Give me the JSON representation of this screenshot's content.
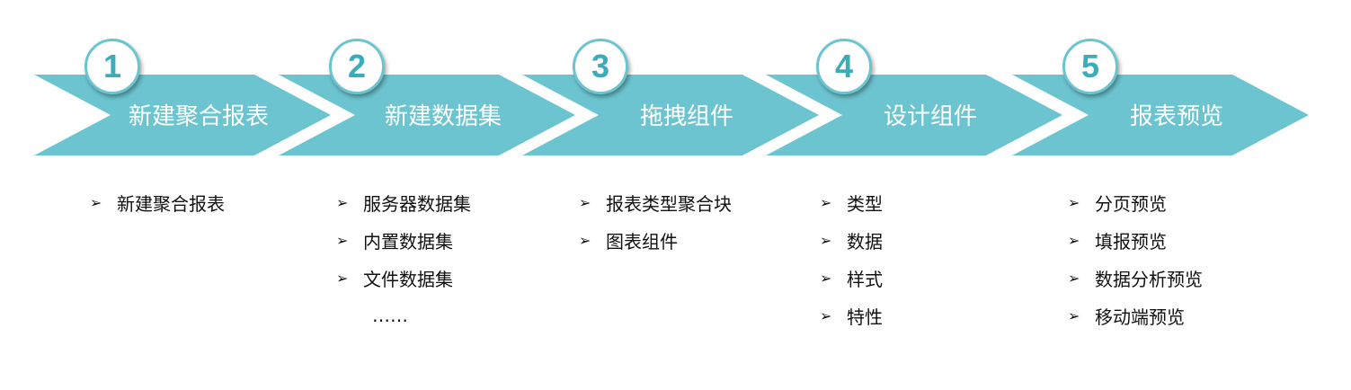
{
  "colors": {
    "band": "#6bc4cf",
    "number": "#3aacba"
  },
  "steps": [
    {
      "number": "1",
      "title": "新建聚合报表",
      "items": [
        "新建聚合报表"
      ]
    },
    {
      "number": "2",
      "title": "新建数据集",
      "items": [
        "服务器数据集",
        "内置数据集",
        "文件数据集"
      ],
      "more": "……"
    },
    {
      "number": "3",
      "title": "拖拽组件",
      "items": [
        "报表类型聚合块",
        "图表组件"
      ]
    },
    {
      "number": "4",
      "title": "设计组件",
      "items": [
        "类型",
        "数据",
        "样式",
        "特性"
      ]
    },
    {
      "number": "5",
      "title": "报表预览",
      "items": [
        "分页预览",
        "填报预览",
        "数据分析预览",
        "移动端预览"
      ]
    }
  ],
  "bullet": "➢"
}
